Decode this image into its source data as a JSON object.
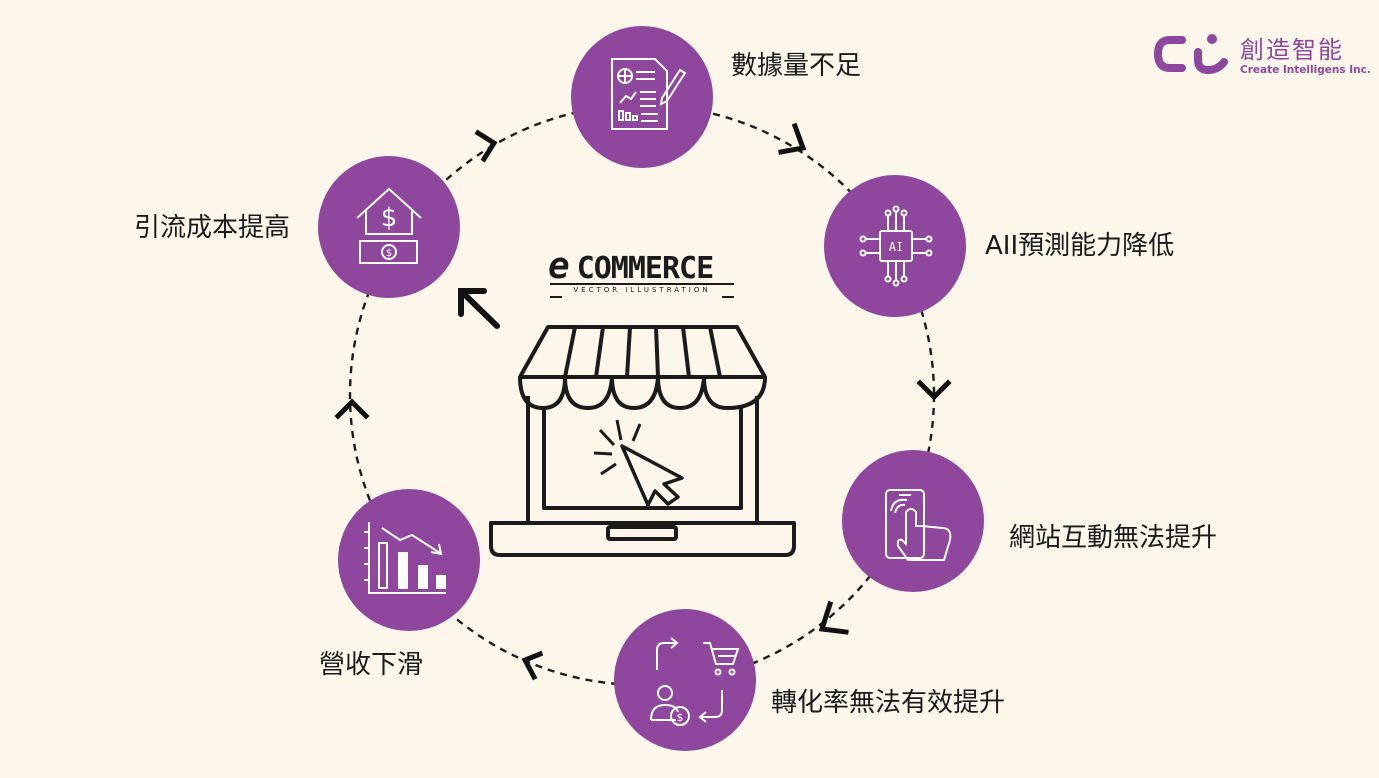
{
  "logo": {
    "chinese_name": "創造智能",
    "english_name": "Create Intelligens Inc."
  },
  "center": {
    "title": "COMMERCE",
    "title_prefix": "e",
    "subtitle": "VECTOR ILLUSTRATION"
  },
  "cycle": [
    {
      "label": "數據量不足",
      "icon": "document-chart-icon"
    },
    {
      "label": "AII預測能力降低",
      "icon": "ai-chip-icon",
      "chip_text": "AI"
    },
    {
      "label": "網站互動無法提升",
      "icon": "phone-tap-icon"
    },
    {
      "label": "轉化率無法有效提升",
      "icon": "cart-conversion-icon"
    },
    {
      "label": "營收下滑",
      "icon": "declining-bar-chart-icon"
    },
    {
      "label": "引流成本提高",
      "icon": "house-dollar-icon"
    }
  ],
  "colors": {
    "background": "#fcf7ea",
    "circle": "#8e479d",
    "line": "#1b1b1b",
    "logo": "#8e479d"
  }
}
